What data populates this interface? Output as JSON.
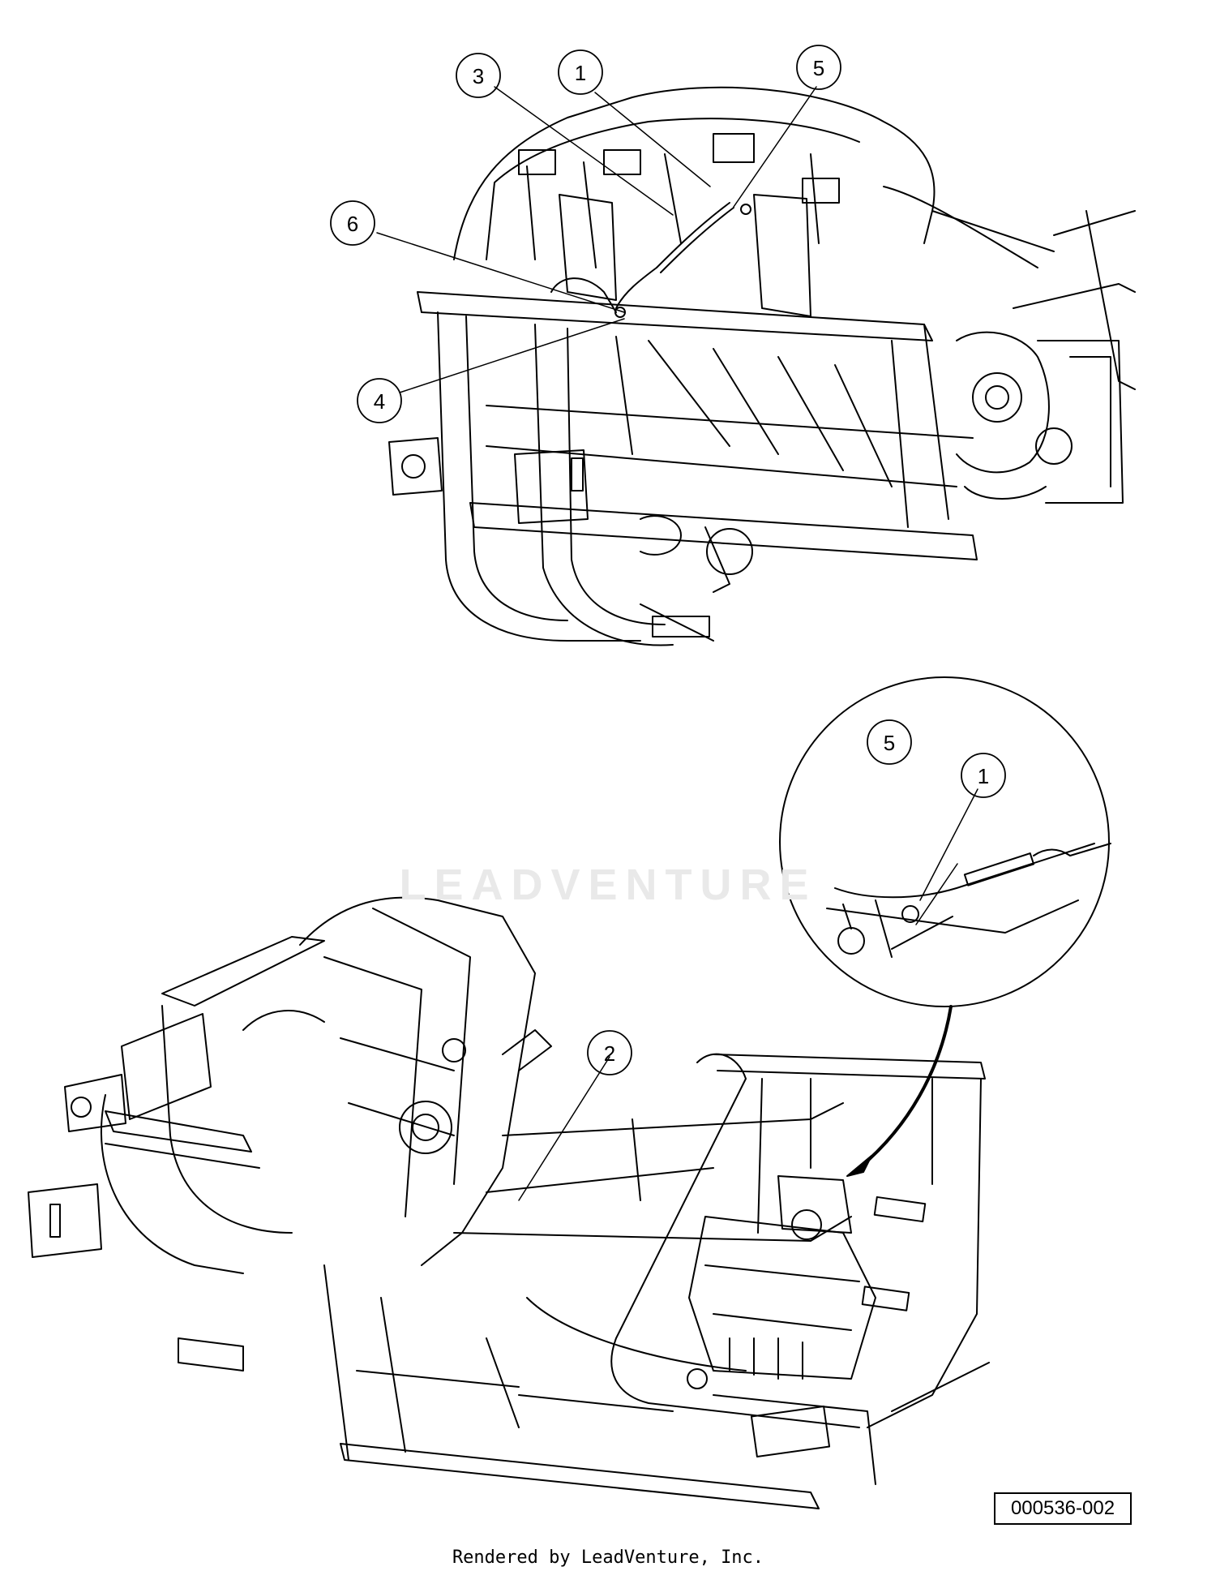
{
  "diagram": {
    "callouts": {
      "top_view": [
        "3",
        "1",
        "5",
        "6",
        "4"
      ],
      "detail_view": [
        "5",
        "1"
      ],
      "bottom_view": [
        "2"
      ]
    },
    "part_number": "000536-002",
    "footer_text": "Rendered by LeadVenture, Inc.",
    "watermark": "LEADVENTURE"
  },
  "colors": {
    "line": "#000000",
    "background": "#ffffff",
    "watermark": "#e9e9e9"
  }
}
